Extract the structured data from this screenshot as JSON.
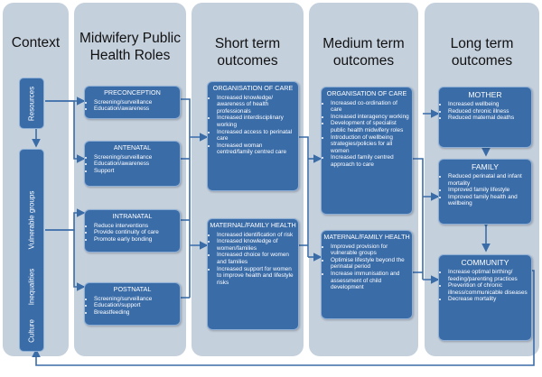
{
  "columns": {
    "context": {
      "title": "Context"
    },
    "roles": {
      "title": "Midwifery Public Health Roles"
    },
    "short": {
      "title": "Short term outcomes"
    },
    "medium": {
      "title": "Medium term outcomes"
    },
    "long": {
      "title": "Long term outcomes"
    }
  },
  "context": [
    "Resources",
    "Vulnerable groups",
    "Inequalities",
    "Culture"
  ],
  "roles": [
    {
      "title": "PRECONCEPTION",
      "items": [
        "Screening/surveillance",
        "Education/awareness"
      ]
    },
    {
      "title": "ANTENATAL",
      "items": [
        "Screening/surveillance",
        "Education/awareness",
        "Support"
      ]
    },
    {
      "title": "INTRANATAL",
      "items": [
        "Reduce interventions",
        "Provide continuity of care",
        "Promote early bonding"
      ]
    },
    {
      "title": "POSTNATAL",
      "items": [
        "Screening/surveillance",
        "Education/support",
        "Breastfeeding"
      ]
    }
  ],
  "short": [
    {
      "title": "ORGANISATION OF CARE",
      "items": [
        "Increased knowledge/ awareness of health professionals",
        "Increased interdisciplinary working",
        "Increased access to perinatal care",
        "Increased woman centred/family centred care"
      ]
    },
    {
      "title": "MATERNAL/FAMILY HEALTH",
      "items": [
        "Increased identification of risk",
        "Increased knowledge of women/families",
        "Increased choice for women and families",
        "Increased support for women to improve health and lifestyle risks"
      ]
    }
  ],
  "medium": [
    {
      "title": "ORGANISATION OF CARE",
      "items": [
        "Increased co-ordination of care",
        "Increased interagency working",
        "Development of specialist public health midwifery roles",
        "Introduction of wellbeing strategies/policies for all women",
        "Increased family centred approach to care"
      ]
    },
    {
      "title": "MATERNAL/FAMILY HEALTH",
      "items": [
        "Improved provision for vulnerable groups",
        "Optimise lifestyle beyond the perinatal period",
        "Increase immunisation and assessment of child development"
      ]
    }
  ],
  "long": [
    {
      "title": "MOTHER",
      "items": [
        "Increased wellbeing",
        "Reduced chronic illness",
        "Reduced maternal deaths"
      ]
    },
    {
      "title": "FAMILY",
      "items": [
        "Reduced perinatal and infant mortality",
        "Improved family lifestyle",
        "Improved family health and wellbeing"
      ]
    },
    {
      "title": "COMMUNITY",
      "items": [
        "Increase optimal birthing/ feeding/parenting practices",
        "Prevention of chronic illness/communicable diseases",
        "Decrease mortality"
      ]
    }
  ],
  "colors": {
    "column_bg": "#c5d0dd",
    "box": "#3a6ca8",
    "arrow": "#3a6ca8"
  }
}
